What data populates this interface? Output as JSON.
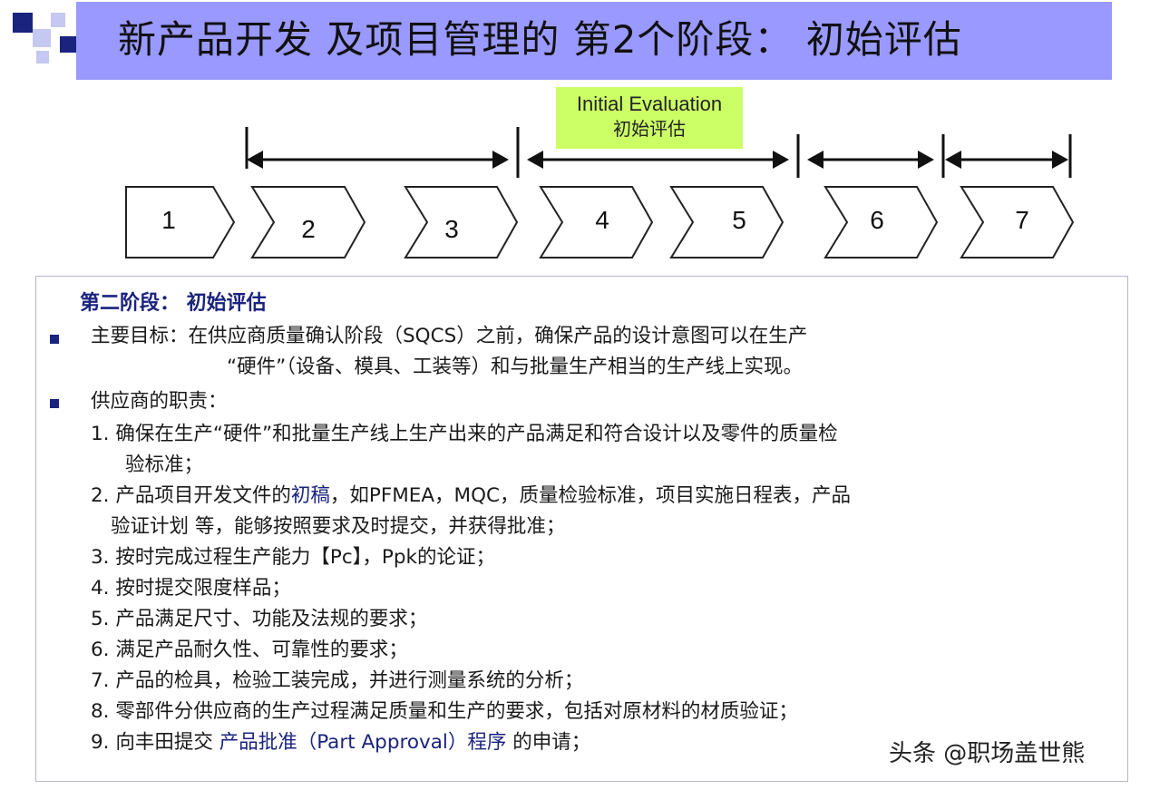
{
  "title": "新产品开发 及项目管理的 第2个阶段：  初始评估",
  "phase_label": {
    "en": "Initial Evaluation",
    "zh": "初始评估"
  },
  "stages": [
    "1",
    "2",
    "3",
    "4",
    "5",
    "6",
    "7"
  ],
  "content": {
    "heading": "第二阶段：  初始评估",
    "goal_line1": "主要目标：在供应商质量确认阶段（SQCS）之前，确保产品的设计意图可以在生产",
    "goal_line2": "“硬件”（设备、模具、工装等）和与批量生产相当的生产线上实现。",
    "duty_title": "供应商的职责：",
    "item1_line1": "1. 确保在生产“硬件”和批量生产线上生产出来的产品满足和符合设计以及零件的质量检",
    "item1_line2": "验标准；",
    "item2_part1": "2. 产品项目开发文件的",
    "item2_part2": "初稿",
    "item2_part3": "，如PFMEA，MQC，质量检验标准，项目实施日程表，产品",
    "item2_line2": "验证计划 等，能够按照要求及时提交，并获得批准；",
    "item3": "3.  按时完成过程生产能力【Pc】，Ppk的论证；",
    "item4": "4. 按时提交限度样品；",
    "item5": "5. 产品满足尺寸、功能及法规的要求；",
    "item6": "6. 满足产品耐久性、可靠性的要求；",
    "item7": "7. 产品的检具，检验工装完成，并进行测量系统的分析；",
    "item8": "8. 零部件分供应商的生产过程满足质量和生产的要求，包括对原材料的材质验证；",
    "item9_part1": "9. 向丰田提交 ",
    "item9_part2": "产品批准（Part Approval）程序",
    "item9_part3": " 的申请；"
  },
  "watermark": "头条 @职场盖世熊",
  "colors": {
    "title_bar": "#9999ff",
    "phase_box": "#ccff66",
    "heading": "#1a237e"
  }
}
